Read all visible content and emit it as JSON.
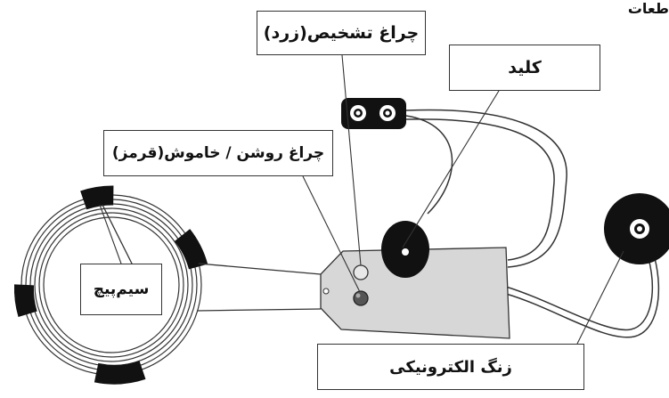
{
  "corner_text": "طعات",
  "labels": {
    "indicator_light": "چراغ تشخیص(زرد)",
    "key": "کلید",
    "power_light": "چراغ روشن / خاموش(قرمز)",
    "coil": "سیم‌پیچ",
    "buzzer": "زنگ الکترونیکی"
  },
  "colors": {
    "line": "#333333",
    "box_fill": "#d7d7d7",
    "black": "#111111",
    "indicator_led": "#e8e8e8",
    "power_led": "#555555"
  },
  "icons": [
    "battery-connector-icon",
    "push-button-icon",
    "buzzer-icon",
    "coil-icon",
    "led-icon"
  ]
}
